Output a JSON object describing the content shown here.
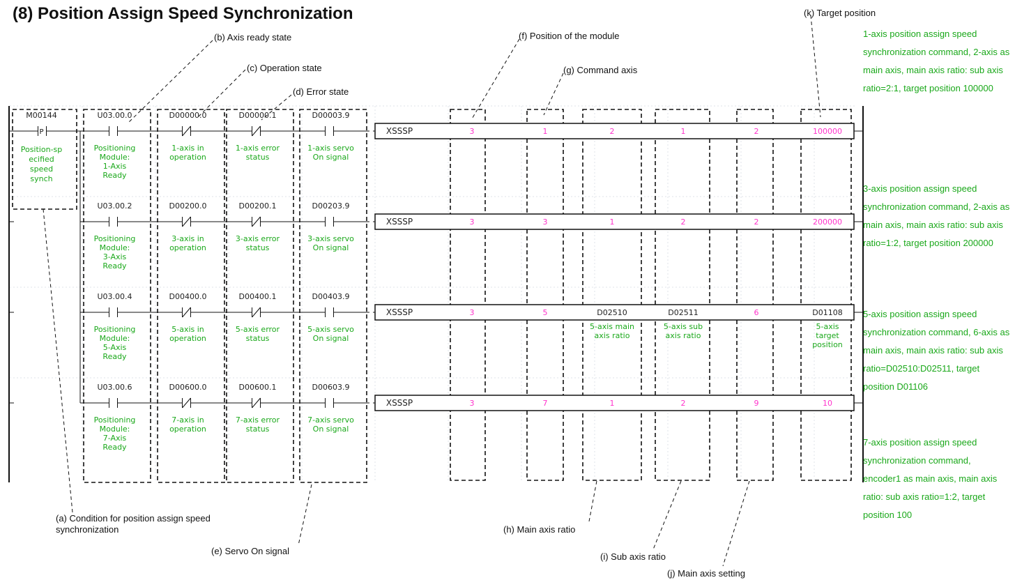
{
  "title": "(8) Position Assign Speed Synchronization",
  "callouts": {
    "a": "(a) Condition for position assign speed synchronization",
    "b": "(b) Axis ready state",
    "c": "(c) Operation state",
    "d": "(d) Error state",
    "e": "(e) Servo On signal",
    "f": "(f) Position of the module",
    "g": "(g) Command axis",
    "h": "(h) Main axis ratio",
    "i": "(i) Sub axis ratio",
    "j": "(j) Main axis setting",
    "k": "(k) Target position"
  },
  "condition": {
    "address": "M00144",
    "symbol": "P",
    "label": [
      "Position-sp",
      "ecified",
      "speed",
      "synch"
    ]
  },
  "rungs": [
    {
      "contacts": [
        {
          "address": "U03.00.0",
          "type": "NO",
          "label": [
            "Positioning",
            "Module:",
            "1-Axis",
            "Ready"
          ]
        },
        {
          "address": "D00000.0",
          "type": "NC",
          "label": [
            "1-axis in",
            "operation"
          ]
        },
        {
          "address": "D00000.1",
          "type": "NC",
          "label": [
            "1-axis error",
            "status"
          ]
        },
        {
          "address": "D00003.9",
          "type": "NO",
          "label": [
            "1-axis servo",
            "On signal"
          ]
        }
      ],
      "instruction": "XSSSP",
      "operands": [
        {
          "value": "3",
          "label": []
        },
        {
          "value": "1",
          "label": []
        },
        {
          "value": "2",
          "label": []
        },
        {
          "value": "1",
          "label": []
        },
        {
          "value": "2",
          "label": []
        },
        {
          "value": "100000",
          "label": []
        }
      ],
      "comment": "1-axis position assign speed synchronization command, 2-axis as main axis, main axis ratio: sub axis ratio=2:1, target position 100000"
    },
    {
      "contacts": [
        {
          "address": "U03.00.2",
          "type": "NO",
          "label": [
            "Positioning",
            "Module:",
            "3-Axis",
            "Ready"
          ]
        },
        {
          "address": "D00200.0",
          "type": "NC",
          "label": [
            "3-axis in",
            "operation"
          ]
        },
        {
          "address": "D00200.1",
          "type": "NC",
          "label": [
            "3-axis error",
            "status"
          ]
        },
        {
          "address": "D00203.9",
          "type": "NO",
          "label": [
            "3-axis servo",
            "On signal"
          ]
        }
      ],
      "instruction": "XSSSP",
      "operands": [
        {
          "value": "3",
          "label": []
        },
        {
          "value": "3",
          "label": []
        },
        {
          "value": "1",
          "label": []
        },
        {
          "value": "2",
          "label": []
        },
        {
          "value": "2",
          "label": []
        },
        {
          "value": "200000",
          "label": []
        }
      ],
      "comment": "3-axis position assign speed synchronization command, 2-axis as main axis, main axis ratio: sub axis ratio=1:2, target position 200000"
    },
    {
      "contacts": [
        {
          "address": "U03.00.4",
          "type": "NO",
          "label": [
            "Positioning",
            "Module:",
            "5-Axis",
            "Ready"
          ]
        },
        {
          "address": "D00400.0",
          "type": "NC",
          "label": [
            "5-axis in",
            "operation"
          ]
        },
        {
          "address": "D00400.1",
          "type": "NC",
          "label": [
            "5-axis error",
            "status"
          ]
        },
        {
          "address": "D00403.9",
          "type": "NO",
          "label": [
            "5-axis servo",
            "On signal"
          ]
        }
      ],
      "instruction": "XSSSP",
      "operands": [
        {
          "value": "3",
          "label": []
        },
        {
          "value": "5",
          "label": []
        },
        {
          "value": "D02510",
          "label": [
            "5-axis main",
            "axis ratio"
          ]
        },
        {
          "value": "D02511",
          "label": [
            "5-axis sub",
            "axis ratio"
          ]
        },
        {
          "value": "6",
          "label": []
        },
        {
          "value": "D01108",
          "label": [
            "5-axis",
            "target",
            "position"
          ]
        }
      ],
      "comment": "5-axis position assign speed synchronization command, 6-axis as main axis, main axis ratio: sub axis ratio=D02510:D02511, target position D01106"
    },
    {
      "contacts": [
        {
          "address": "U03.00.6",
          "type": "NO",
          "label": [
            "Positioning",
            "Module:",
            "7-Axis",
            "Ready"
          ]
        },
        {
          "address": "D00600.0",
          "type": "NC",
          "label": [
            "7-axis in",
            "operation"
          ]
        },
        {
          "address": "D00600.1",
          "type": "NC",
          "label": [
            "7-axis error",
            "status"
          ]
        },
        {
          "address": "D00603.9",
          "type": "NO",
          "label": [
            "7-axis servo",
            "On signal"
          ]
        }
      ],
      "instruction": "XSSSP",
      "operands": [
        {
          "value": "3",
          "label": []
        },
        {
          "value": "7",
          "label": []
        },
        {
          "value": "1",
          "label": []
        },
        {
          "value": "2",
          "label": []
        },
        {
          "value": "9",
          "label": []
        },
        {
          "value": "10",
          "label": []
        }
      ],
      "comment": "7-axis position assign speed synchronization command, encoder1 as main axis, main axis ratio: sub axis ratio=1:2, target position 100"
    }
  ],
  "colors": {
    "address": "#222222",
    "device_label": "#1aa81a",
    "operand_literal": "#ff33cc",
    "operand_device": "#222222",
    "instruction": "#222222",
    "comment": "#1aa81a",
    "grid": "#dfe3ea"
  }
}
